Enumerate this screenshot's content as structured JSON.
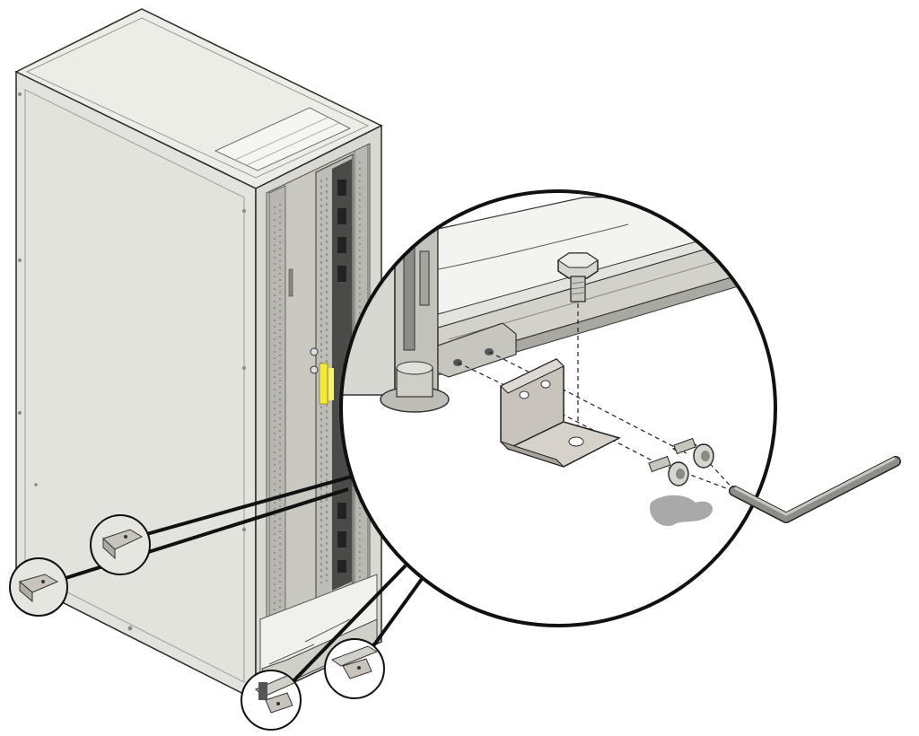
{
  "figure": {
    "subject": "rack-cabinet-with-mounting-brackets",
    "colors": {
      "rack_side": "#e3e3dd",
      "rack_top": "#ededE8",
      "frame": "#c8c8c0",
      "outline": "#2a2a2a",
      "callout_ring": "#111111",
      "highlight_yellow": "#f2ea3a",
      "bracket_metal": "#c9c4bb",
      "shadow_gray": "#9a9a9a",
      "background": "#ffffff"
    },
    "callouts": [
      {
        "id": "front-left",
        "shows": "bracket"
      },
      {
        "id": "rear-left",
        "shows": "bracket"
      },
      {
        "id": "front-right",
        "shows": "bracket"
      },
      {
        "id": "rear-right",
        "shows": "bracket"
      }
    ],
    "detail_view": {
      "items": [
        "floor-rail",
        "l-bracket",
        "hex-bolt",
        "two-screws",
        "hex-key"
      ]
    }
  }
}
